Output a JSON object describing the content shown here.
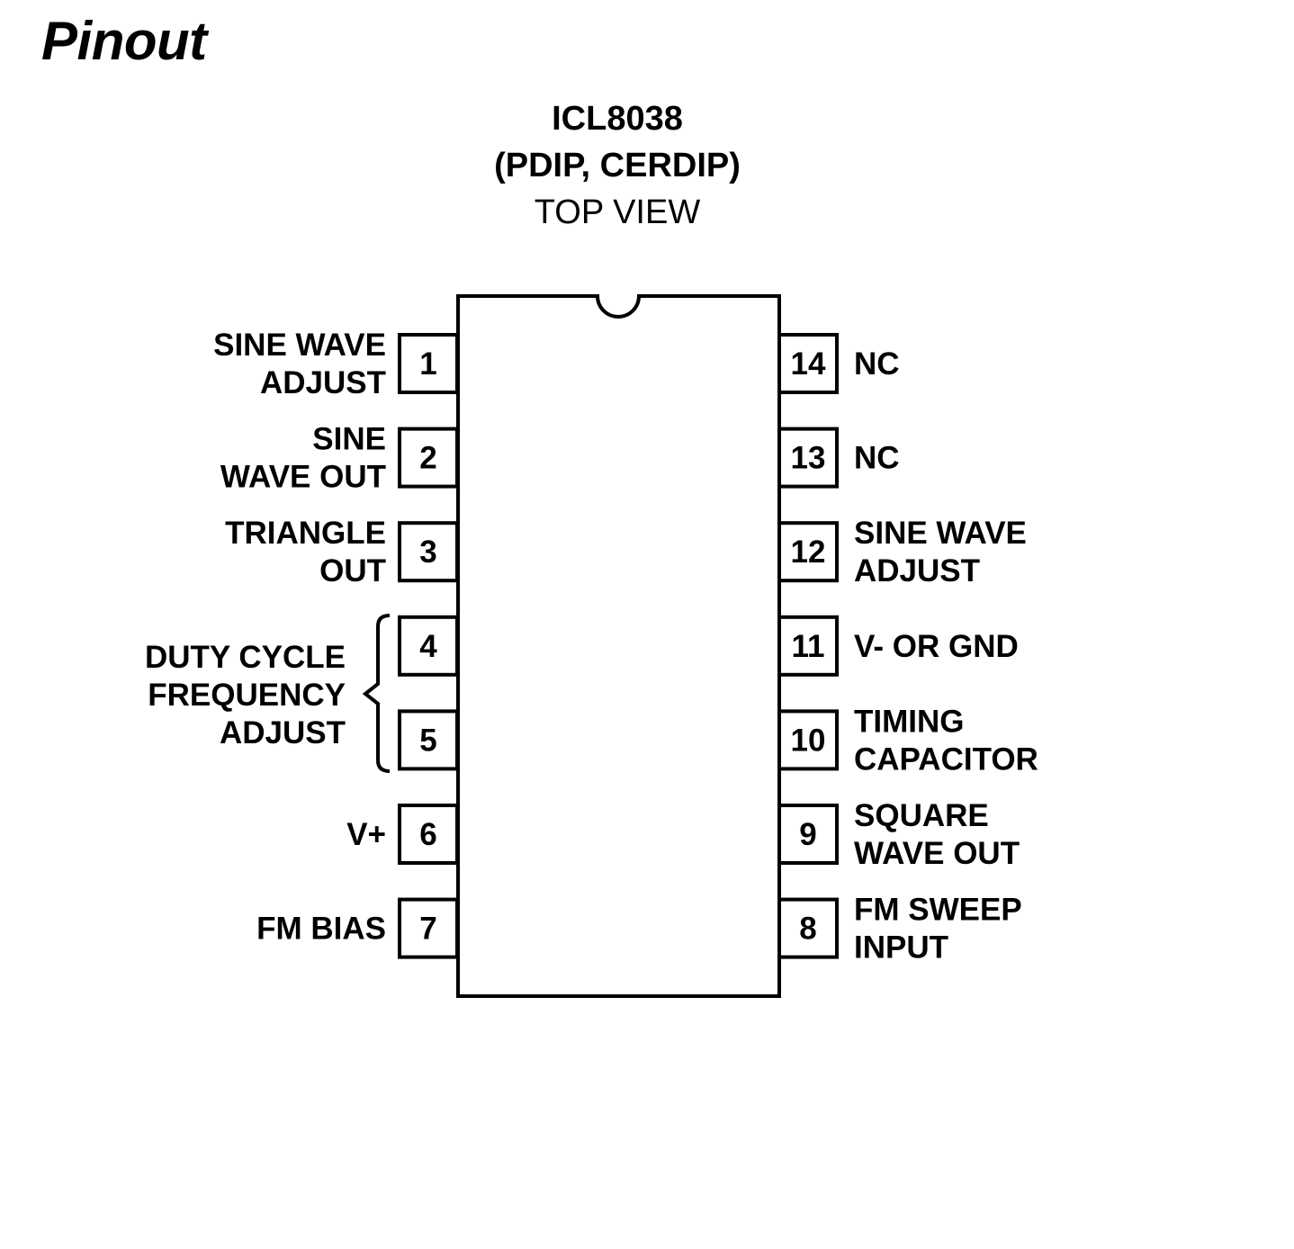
{
  "title": "Pinout",
  "device": {
    "part_number": "ICL8038",
    "packages": "(PDIP, CERDIP)",
    "view": "TOP VIEW"
  },
  "left_pins": [
    {
      "number": "1",
      "label": [
        "SINE WAVE",
        "ADJUST"
      ]
    },
    {
      "number": "2",
      "label": [
        "SINE",
        "WAVE OUT"
      ]
    },
    {
      "number": "3",
      "label": [
        "TRIANGLE",
        "OUT"
      ]
    },
    {
      "number": "4",
      "label": []
    },
    {
      "number": "5",
      "label": []
    },
    {
      "number": "6",
      "label": [
        "V+"
      ]
    },
    {
      "number": "7",
      "label": [
        "FM BIAS"
      ]
    }
  ],
  "right_pins": [
    {
      "number": "14",
      "label": [
        "NC"
      ]
    },
    {
      "number": "13",
      "label": [
        "NC"
      ]
    },
    {
      "number": "12",
      "label": [
        "SINE WAVE",
        "ADJUST"
      ]
    },
    {
      "number": "11",
      "label": [
        "V- OR GND"
      ]
    },
    {
      "number": "10",
      "label": [
        "TIMING",
        "CAPACITOR"
      ]
    },
    {
      "number": "9",
      "label": [
        "SQUARE",
        "WAVE OUT"
      ]
    },
    {
      "number": "8",
      "label": [
        "FM SWEEP",
        "INPUT"
      ]
    }
  ],
  "group_label": {
    "pins": [
      "4",
      "5"
    ],
    "lines": [
      "DUTY CYCLE",
      "FREQUENCY",
      "ADJUST"
    ]
  }
}
